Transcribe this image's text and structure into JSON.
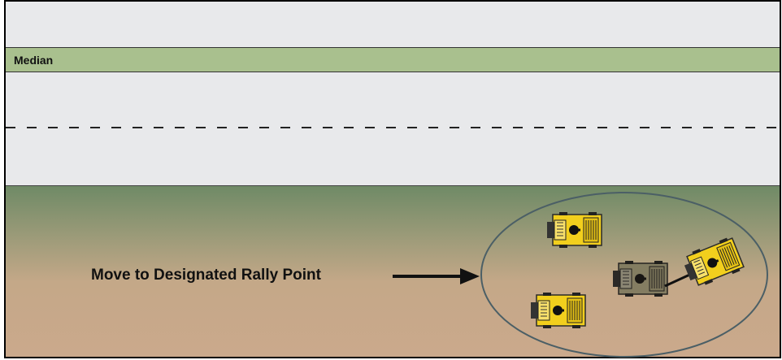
{
  "median_label": "Median",
  "instruction_text": "Move to Designated Rally Point",
  "colors": {
    "road": "#e8e9eb",
    "median": "#a9c08e",
    "vehicle": "#f2cf1d",
    "vehicle_disabled": "#8a7b56"
  },
  "vehicles": [
    {
      "name": "vehicle-1",
      "state": "normal"
    },
    {
      "name": "vehicle-2",
      "state": "normal"
    },
    {
      "name": "vehicle-3",
      "state": "disabled"
    },
    {
      "name": "vehicle-4",
      "state": "towing"
    }
  ]
}
